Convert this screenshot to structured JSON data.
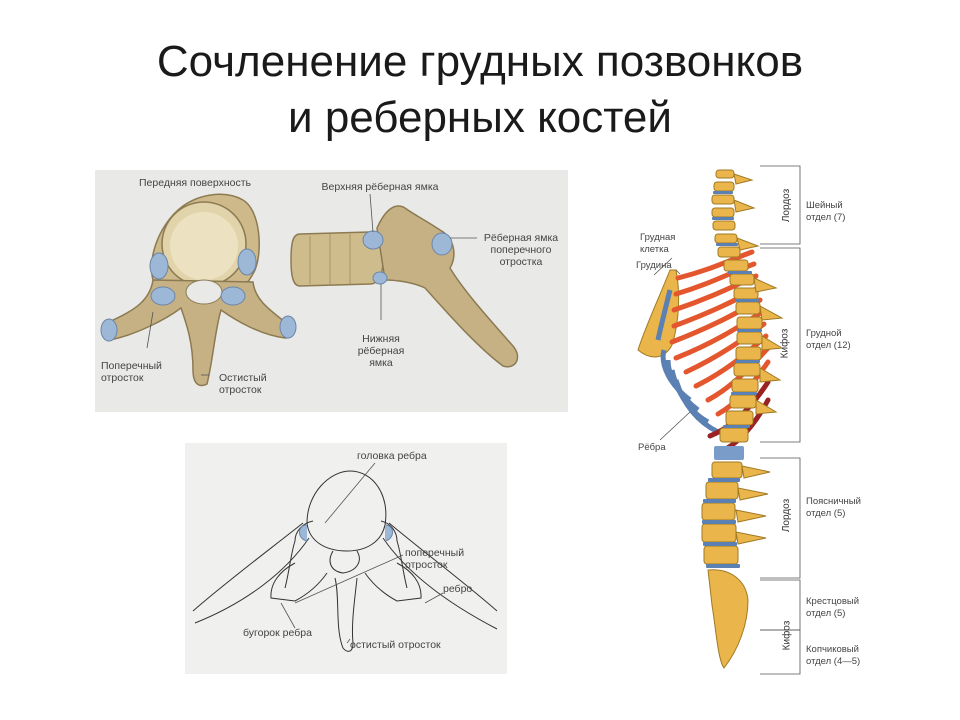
{
  "title": {
    "line1": "Сочленение грудных позвонков",
    "line2": "и реберных костей"
  },
  "top_diagram": {
    "anterior_surface": "Передняя поверхность",
    "upper_costal_fovea": "Верхняя рёберная ямка",
    "transverse_costal_fovea": [
      "Рёберная ямка",
      "поперечного",
      "отростка"
    ],
    "lower_costal_fovea": [
      "Нижняя",
      "рёберная",
      "ямка"
    ],
    "transverse_process": [
      "Поперечный",
      "отросток"
    ],
    "spinous_process": [
      "Остистый",
      "отросток"
    ]
  },
  "bottom_diagram": {
    "rib_head": "головка ребра",
    "transverse_process": [
      "поперечный",
      "отросток"
    ],
    "rib": "ребро",
    "rib_tubercle": "бугорок ребра",
    "spinous_process": "остистый отросток"
  },
  "spine_diagram": {
    "thoracic_cage": [
      "Грудная",
      "клетка"
    ],
    "sternum": "Грудина",
    "ribs": "Рёбра",
    "curves": {
      "cervical": "Лордоз",
      "thoracic": "Кифоз",
      "lumbar": "Лордоз",
      "sacral": "Кифоз"
    },
    "sections": {
      "cervical": [
        "Шейный",
        "отдел (7)"
      ],
      "thoracic": [
        "Грудной",
        "отдел (12)"
      ],
      "lumbar": [
        "Поясничный",
        "отдел (5)"
      ],
      "sacral": [
        "Крестцовый",
        "отдел (5)"
      ],
      "coccygeal": [
        "Копчиковый",
        "отдел (4—5)"
      ]
    }
  },
  "colors": {
    "bone": "#d8c79a",
    "bone_shade": "#b9a371",
    "cartilage": "#9db7d6",
    "vertebra": "#eab54a",
    "rib": "#e4572e",
    "rib_dark": "#9b2222"
  }
}
